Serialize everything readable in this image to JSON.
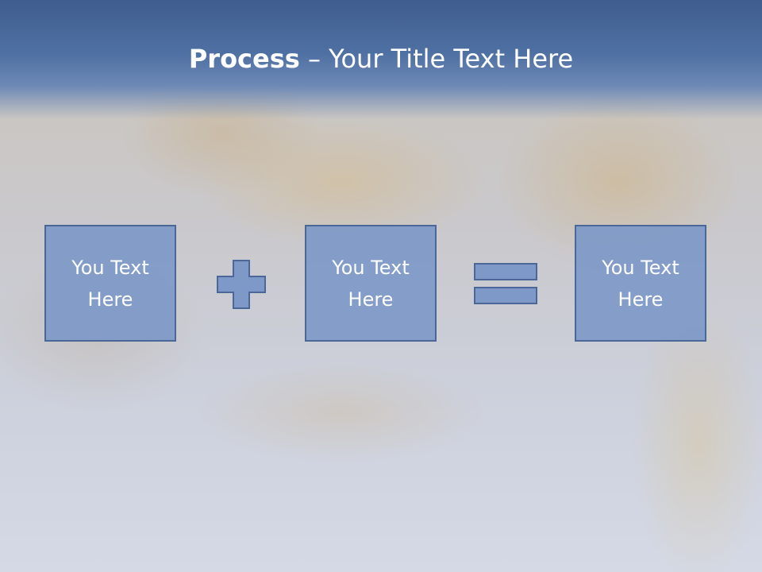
{
  "title": {
    "bold": "Process",
    "rest": " – Your Title Text Here"
  },
  "boxes": [
    {
      "text": "You Text Here"
    },
    {
      "text": "You Text Here"
    },
    {
      "text": "You Text Here"
    }
  ],
  "operators": [
    "plus-icon",
    "equals-icon"
  ],
  "colors": {
    "title_band": "#4f70a3",
    "box_fill": "#7e99c8",
    "box_border": "#4a6797",
    "text": "#ffffff"
  }
}
